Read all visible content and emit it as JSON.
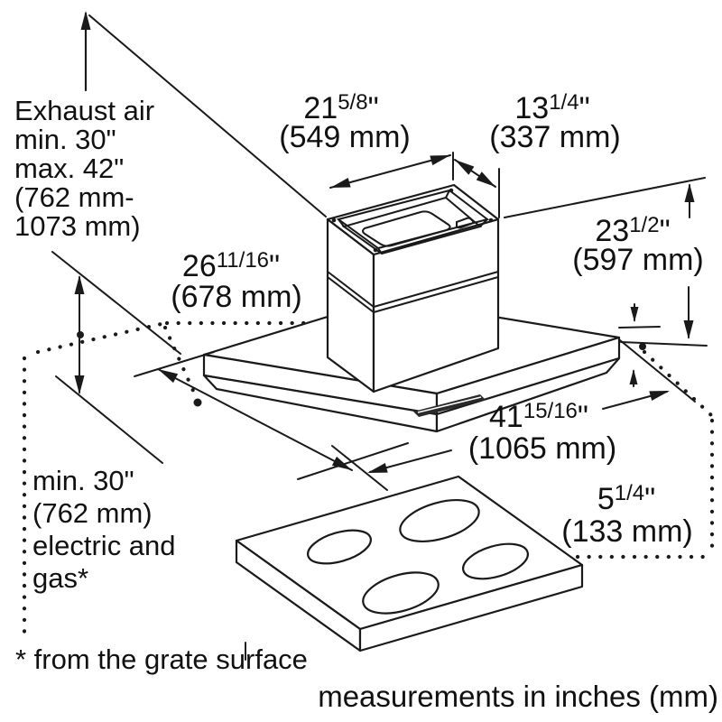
{
  "doc": {
    "footnote": "* from the grate surface",
    "units_note": "measurements in inches (mm)"
  },
  "labels": {
    "exhaust": [
      "Exhaust air",
      "min. 30\"",
      "max. 42\"",
      "(762 mm-",
      "1073 mm)"
    ],
    "clearance": [
      "min. 30\"",
      "(762 mm)",
      "electric and",
      "gas*"
    ]
  },
  "dims": {
    "duct_width": {
      "whole": "21",
      "frac": "5/8",
      "unit": "\"",
      "mm": "(549 mm)"
    },
    "duct_depth": {
      "whole": "13",
      "frac": "1/4",
      "unit": "\"",
      "mm": "(337 mm)"
    },
    "hood_height": {
      "whole": "23",
      "frac": "1/2",
      "unit": "\"",
      "mm": "(597 mm)"
    },
    "canopy_depth": {
      "whole": "26",
      "frac": "11/16",
      "unit": "\"",
      "mm": "(678 mm)"
    },
    "canopy_width": {
      "whole": "41",
      "frac": "15/16",
      "unit": "\"",
      "mm": "(1065 mm)"
    },
    "canopy_height": {
      "whole": "5",
      "frac": "1/4",
      "unit": "\"",
      "mm": "(133 mm)"
    }
  },
  "colors": {
    "line": "#1a1a1a",
    "background": "#ffffff"
  }
}
